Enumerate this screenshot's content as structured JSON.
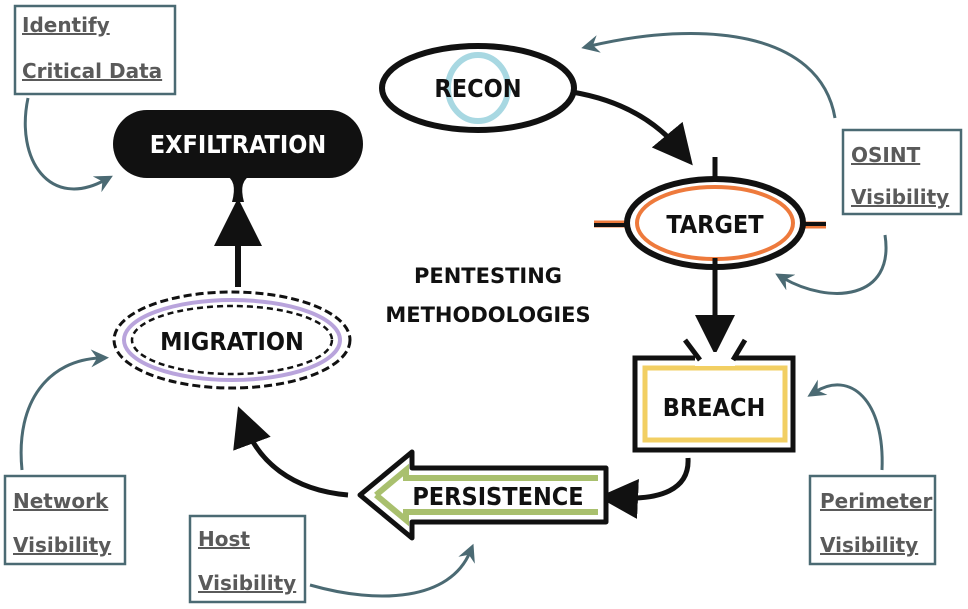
{
  "title": [
    "PENTESTING",
    "METHODOLOGIES"
  ],
  "stages": {
    "recon": "RECON",
    "target": "TARGET",
    "breach": "BREACH",
    "persistence": "PERSISTENCE",
    "migration": "MIGRATION",
    "exfiltration": "EXFILTRATION"
  },
  "notes": {
    "identify": [
      "Identify",
      "Critical Data"
    ],
    "osint": [
      "OSINT",
      "Visibility"
    ],
    "perimeter": [
      "Perimeter",
      "Visibility"
    ],
    "host": [
      "Host",
      "Visibility"
    ],
    "network": [
      "Network",
      "Visibility"
    ]
  },
  "colors": {
    "recon": "#a8d8e2",
    "target": "#ee7a3c",
    "breach": "#f2cf63",
    "persistence": "#a9c06e",
    "migration": "#b9a4dc",
    "note": "#4b6a73"
  }
}
